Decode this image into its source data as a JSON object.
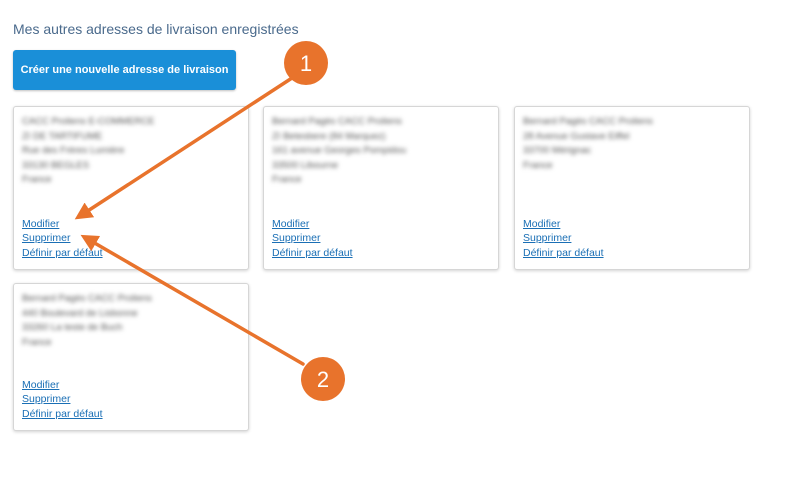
{
  "title": "Mes autres adresses de livraison enregistrées",
  "create_button": "Créer une nouvelle adresse de livraison",
  "cards": [
    {
      "lines": [
        "CACC Proliens E-COMMERCE",
        "ZI DE TARTIFUME",
        "Rue des Frères Lumière",
        "33130 BEGLES",
        "France"
      ],
      "modify": "Modifier",
      "delete": "Supprimer",
      "default": "Définir par défaut"
    },
    {
      "lines": [
        "Bernard Pagès CACC Proliens",
        "ZI Betesbere (84 Marquez)",
        "161 avenue Georges Pompidou",
        "33500 Libourne",
        "France"
      ],
      "modify": "Modifier",
      "delete": "Supprimer",
      "default": "Définir par défaut"
    },
    {
      "lines": [
        "Bernard Pagès CACC Proliens",
        "28 Avenue Gustave Eiffel",
        "33700 Mérignac",
        "France"
      ],
      "modify": "Modifier",
      "delete": "Supprimer",
      "default": "Définir par défaut"
    },
    {
      "lines": [
        "Bernard Pagès CACC Proliens",
        "440 Boulevard de Lisbonne",
        "33260 La teste de Buch",
        "France"
      ],
      "modify": "Modifier",
      "delete": "Supprimer",
      "default": "Définir par défaut"
    }
  ],
  "annotations": {
    "badge1": "1",
    "badge2": "2",
    "color": "#e8732c"
  }
}
